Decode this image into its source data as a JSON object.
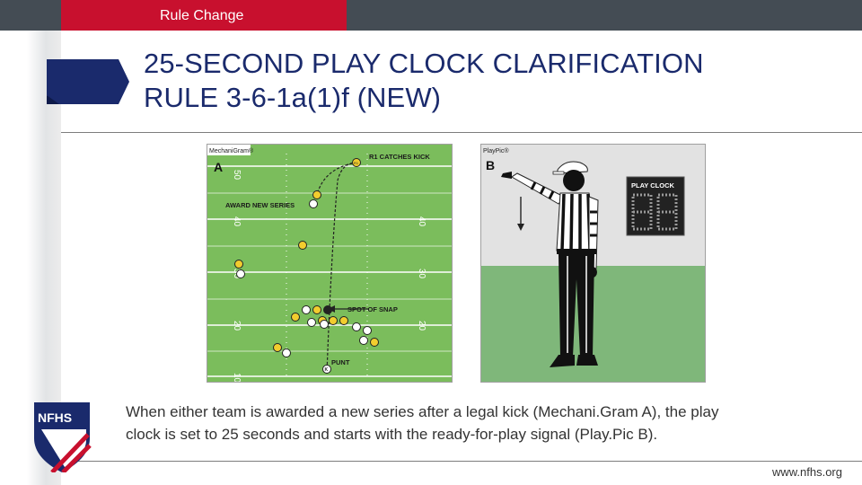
{
  "header": {
    "section_label": "Rule Change"
  },
  "slide": {
    "title_line1": "25-SECOND PLAY CLOCK CLARIFICATION",
    "title_line2": "RULE 3-6-1a(1)f (NEW)"
  },
  "figure_a": {
    "tag": "MechaniGram®",
    "letter": "A",
    "labels": {
      "r1_catches_kick": "R1 CATCHES KICK",
      "award_new_series": "AWARD NEW SERIES",
      "spot_of_snap": "SPOT OF SNAP",
      "punt": "PUNT"
    },
    "yard_numbers": [
      "50",
      "40",
      "30",
      "20",
      "10"
    ],
    "marks": {
      "r1": "R1",
      "k": "K"
    },
    "colors": {
      "field": "#7bbd5c",
      "line": "#ffffff",
      "kicking_team": "#f2cd2e",
      "receiving_team": "#ffffff"
    }
  },
  "figure_b": {
    "tag": "PlayPic®",
    "letter": "B",
    "play_clock_label": "PLAY CLOCK",
    "colors": {
      "sky": "#e2e2e2",
      "grass": "#7fb77a"
    }
  },
  "caption": {
    "line1": "When either team is awarded a new series after a legal kick (Mechani.Gram A), the play",
    "line2": "clock is set to 25 seconds and starts with the ready-for-play signal (Play.Pic B)."
  },
  "footer": {
    "url": "www.nfhs.org"
  },
  "logo": {
    "text": "NFHS"
  },
  "theme": {
    "navy": "#1a2a6c",
    "red": "#c8102e",
    "dark_bar": "#444c54"
  }
}
